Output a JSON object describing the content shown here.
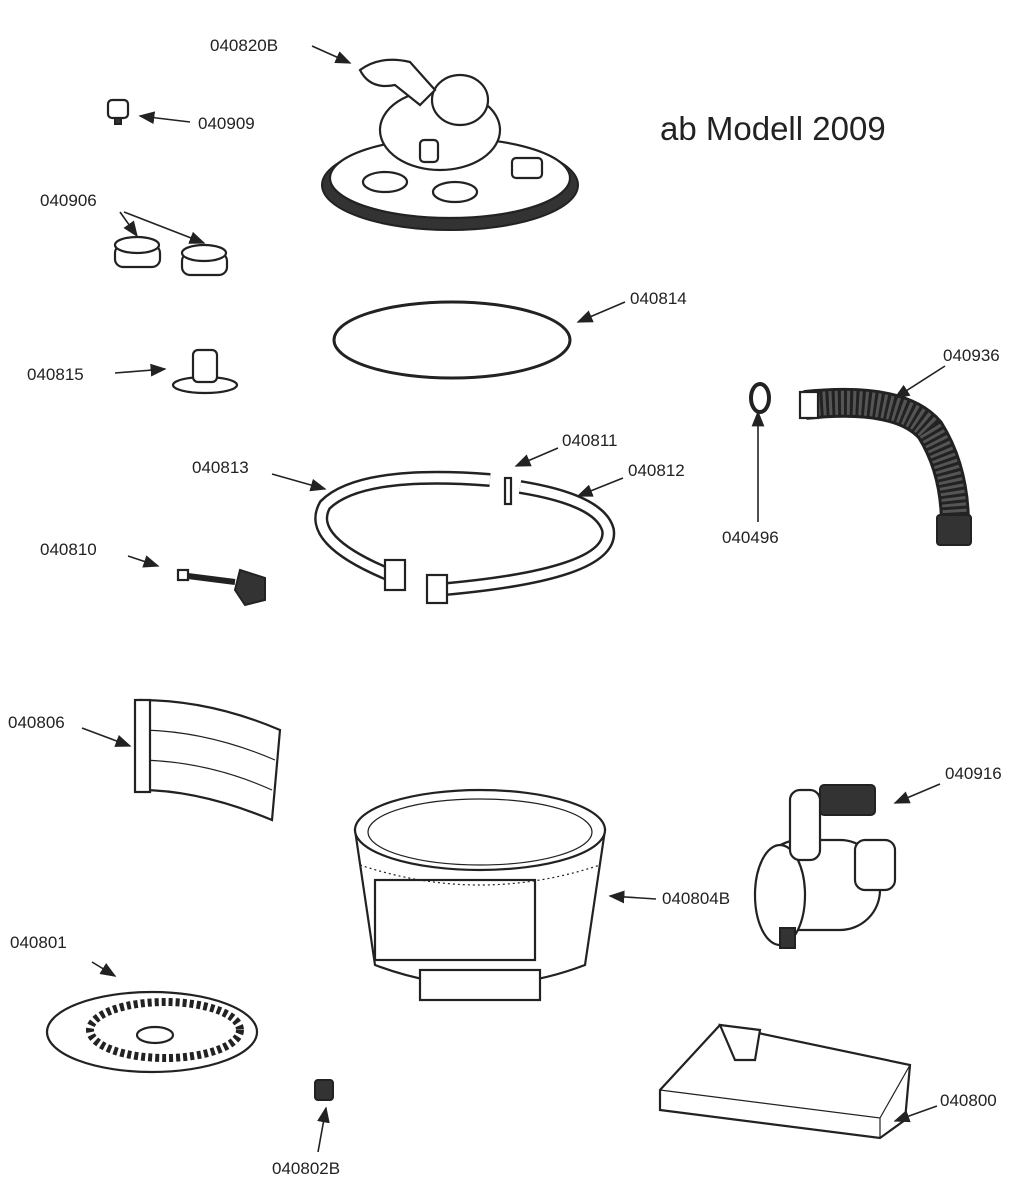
{
  "title": "ab Modell 2009",
  "parts": {
    "multiport_valve": "040820B",
    "knob_small": "040909",
    "caps": "040906",
    "o_ring": "040814",
    "drain_plug": "040815",
    "hose": "040936",
    "hose_clip": "040496",
    "clamp_pin": "040811",
    "clamp_left": "040813",
    "clamp_right": "040812",
    "clamp_bolt_knob": "040810",
    "grid_panel": "040806",
    "pump": "040916",
    "tank": "040804B",
    "bottom_grid": "040801",
    "bottom_plug": "040802B",
    "base_plate": "040800"
  }
}
